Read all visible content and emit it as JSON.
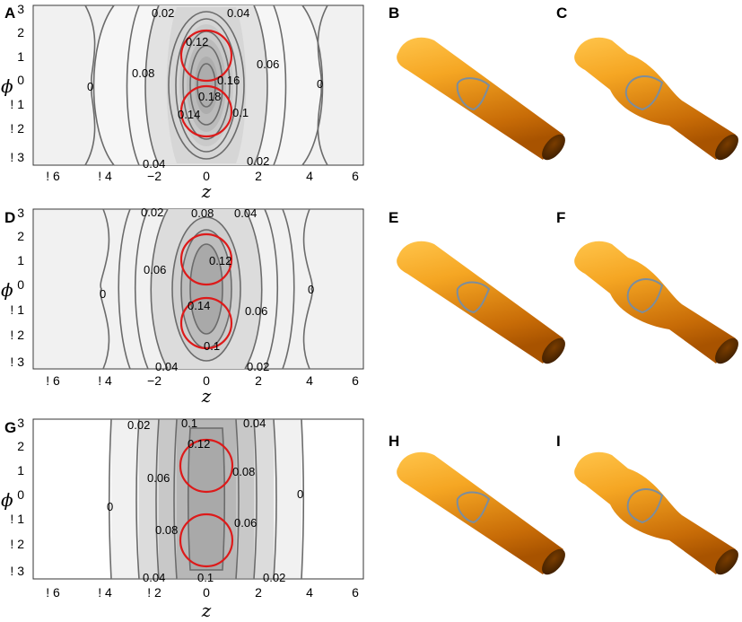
{
  "panels": [
    {
      "label": "A",
      "contour_labels": [
        "0.02",
        "0.04",
        "0.12",
        "0.06",
        "0.08",
        "0.16",
        "0.18",
        "0.14",
        "0.1",
        "0.04",
        "0.02",
        "0",
        "0"
      ]
    },
    {
      "label": "D",
      "contour_labels": [
        "0.02",
        "0.08",
        "0.04",
        "0.12",
        "0.06",
        "0.14",
        "0.06",
        "0.1",
        "0.04",
        "0.02",
        "0",
        "0"
      ]
    },
    {
      "label": "G",
      "contour_labels": [
        "0.02",
        "0.1",
        "0.04",
        "0.12",
        "0.08",
        "0.06",
        "0.08",
        "0.06",
        "0.04",
        "0.1",
        "0.02",
        "0",
        "0"
      ]
    }
  ],
  "tube_labels": [
    "B",
    "C",
    "E",
    "F",
    "H",
    "I"
  ],
  "x_ticks": [
    "! 6",
    "! 4",
    "−2",
    "0",
    "2",
    "4",
    "6"
  ],
  "x_ticks_g": [
    "! 6",
    "! 4",
    "! 2",
    "0",
    "2",
    "4",
    "6"
  ],
  "y_ticks": [
    "3",
    "2",
    "1",
    "0",
    "! 1",
    "! 2",
    "! 3"
  ],
  "x_axis_label": "z",
  "y_axis_label": "ϕ",
  "colors": {
    "outer_fill": "#f1f1f1",
    "mid_fill": "#dadada",
    "inner_fill": "#a9a9a9",
    "contour": "#6b6b6b",
    "circle": "#dd1a1a",
    "tube": "#f0a020",
    "tube_outline": "#7a8d9f"
  }
}
